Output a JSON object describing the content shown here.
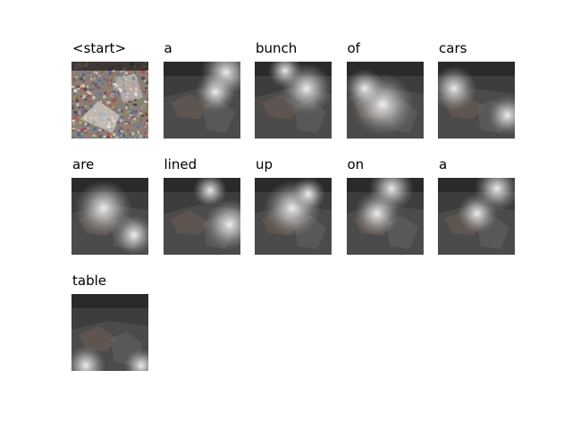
{
  "figure": {
    "tokens": [
      {
        "word": "<start>",
        "attention": "none",
        "style": "photo-noise"
      },
      {
        "word": "a",
        "attention": "top-right",
        "style": "attention-map"
      },
      {
        "word": "bunch",
        "attention": "center-right",
        "style": "attention-map"
      },
      {
        "word": "of",
        "attention": "center",
        "style": "attention-map"
      },
      {
        "word": "cars",
        "attention": "left-and-bottom-right",
        "style": "attention-map"
      },
      {
        "word": "are",
        "attention": "center",
        "style": "attention-map"
      },
      {
        "word": "lined",
        "attention": "right",
        "style": "attention-map"
      },
      {
        "word": "up",
        "attention": "center",
        "style": "attention-map"
      },
      {
        "word": "on",
        "attention": "top-center",
        "style": "attention-map"
      },
      {
        "word": "a",
        "attention": "top-right",
        "style": "attention-map"
      },
      {
        "word": "table",
        "attention": "bottom",
        "style": "attention-map"
      }
    ],
    "colors": {
      "background": "#ffffff",
      "text": "#000000",
      "dark_base": "#2a2a2a",
      "highlight": "#ffffff"
    }
  }
}
